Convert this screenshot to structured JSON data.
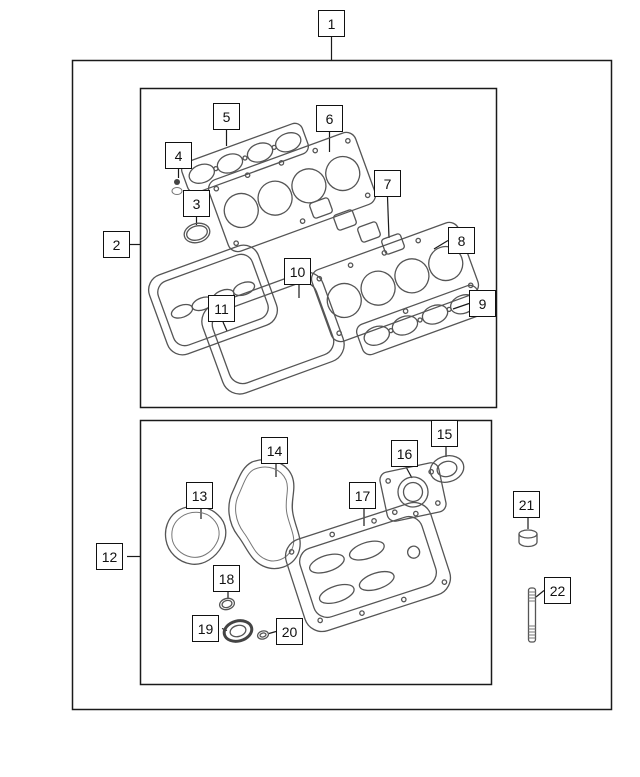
{
  "callouts": [
    {
      "label": "1"
    },
    {
      "label": "2"
    },
    {
      "label": "3"
    },
    {
      "label": "4"
    },
    {
      "label": "5"
    },
    {
      "label": "6"
    },
    {
      "label": "7"
    },
    {
      "label": "8"
    },
    {
      "label": "9"
    },
    {
      "label": "10"
    },
    {
      "label": "11"
    },
    {
      "label": "12"
    },
    {
      "label": "13"
    },
    {
      "label": "14"
    },
    {
      "label": "15"
    },
    {
      "label": "16"
    },
    {
      "label": "17"
    },
    {
      "label": "18"
    },
    {
      "label": "19"
    },
    {
      "label": "20"
    },
    {
      "label": "21"
    },
    {
      "label": "22"
    }
  ],
  "colors": {
    "frame_line": "#1a1a1a",
    "part_line": "#555555",
    "background": "#ffffff"
  }
}
